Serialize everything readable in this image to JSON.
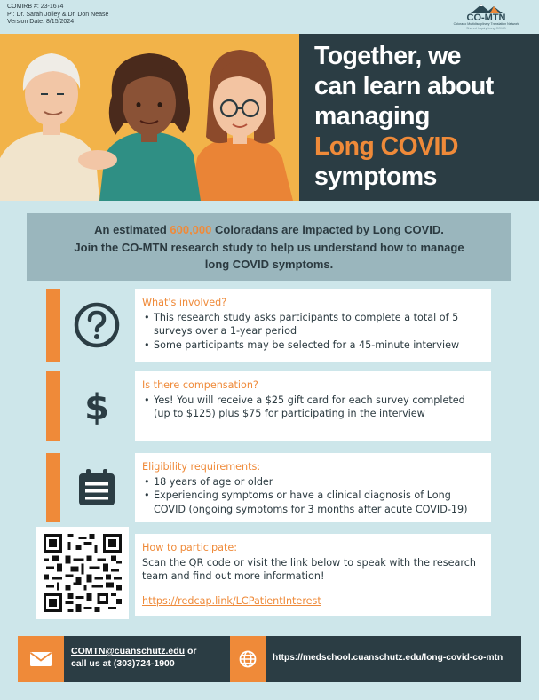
{
  "meta": {
    "comirb": "COMIRB #: 23-1674",
    "pi": "PI: Dr. Sarah Jolley & Dr. Don Nease",
    "version": "Version Date: 8/15/2024"
  },
  "logo": {
    "name": "CO-MTN",
    "subtitle": "Colorado Multidisciplinary Translation Network",
    "tagline": "Shared Inquiry Long COVID"
  },
  "hero": {
    "line1": "Together, we",
    "line2": "can learn about",
    "line3": "managing",
    "line4": "Long COVID",
    "line5": "symptoms"
  },
  "intro": {
    "pre": "An estimated ",
    "number": "600,000",
    "post": " Coloradans are impacted by Long COVID.",
    "line2": "Join the CO-MTN  research study to help us understand how to manage",
    "line3": "long COVID symptoms."
  },
  "sections": [
    {
      "icon": "question-circle-icon",
      "heading": "What's involved?",
      "bullets": [
        "This research study asks participants to complete a total of 5 surveys over a 1-year period",
        "Some participants may be selected for a 45-minute interview"
      ]
    },
    {
      "icon": "dollar-icon",
      "heading": "Is there compensation?",
      "bullets": [
        "Yes! You will receive a $25 gift card for each survey completed (up to $125) plus $75 for participating in the interview"
      ]
    },
    {
      "icon": "clipboard-list-icon",
      "heading": "Eligibility requirements:",
      "bullets": [
        "18 years of age or older",
        "Experiencing symptoms or have a clinical diagnosis of Long COVID (ongoing symptoms for 3 months after acute COVID-19)"
      ]
    },
    {
      "icon": "qr-code-icon",
      "heading": "How to participate:",
      "body": "Scan the QR code or visit the link below to speak with the research team and find out more information!",
      "link": "https://redcap.link/LCPatientInterest "
    }
  ],
  "footer": {
    "email": "COMTN@cuanschutz.edu",
    "email_suffix": " or",
    "phone": "call us at (303)724-1900",
    "website": "https://medschool.cuanschutz.edu/long-covid-co-mtn"
  },
  "colors": {
    "accent": "#ef8a39",
    "dark": "#2b3d44",
    "background": "#cde6ea",
    "intro_band": "#9ab6bd"
  }
}
